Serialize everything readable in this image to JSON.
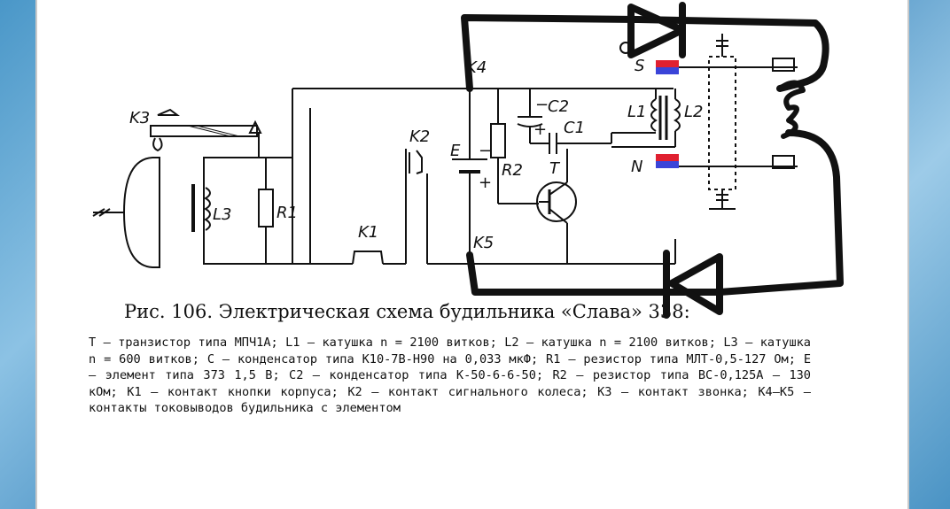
{
  "figure": {
    "caption": "Рис. 106. Электрическая схема будильника «Слава» 338:",
    "legend": "T — транзистор типа МПЧ1А; L1 — катушка n = 2100 витков; L2 — катушка n = 2100 витков; L3 — катушка n = 600 витков; C — конденсатор типа К10-7В-Н90 на 0,033 мкФ; R1 — резистор типа МЛТ-0,5-127 Ом; E — элемент типа 373 1,5 В; C2 — конденсатор типа К-50-6-6-50; R2 — резистор типа ВС-0,125А — 130 кОм; K1 — контакт кнопки корпуса; K2 — контакт сигнального колеса; K3 — контакт звонка; K4—K5 — контакты токовыводов будильника с элементом"
  },
  "labels": {
    "k3": "K3",
    "l3": "L3",
    "r1": "R1",
    "k1": "K1",
    "k2": "K2",
    "k4": "K4",
    "k5": "K5",
    "e": "E",
    "r2": "R2",
    "c2": "C2",
    "c1": "C1",
    "t": "T",
    "l1": "L1",
    "l2": "L2",
    "s": "S",
    "n": "N",
    "minus1": "−",
    "minus2": "−",
    "plus1": "+",
    "plus2": "+"
  },
  "colors": {
    "ink": "#111111",
    "magnet_red": "#e02030",
    "magnet_blue": "#3a44d8",
    "overlay": "#111111"
  }
}
